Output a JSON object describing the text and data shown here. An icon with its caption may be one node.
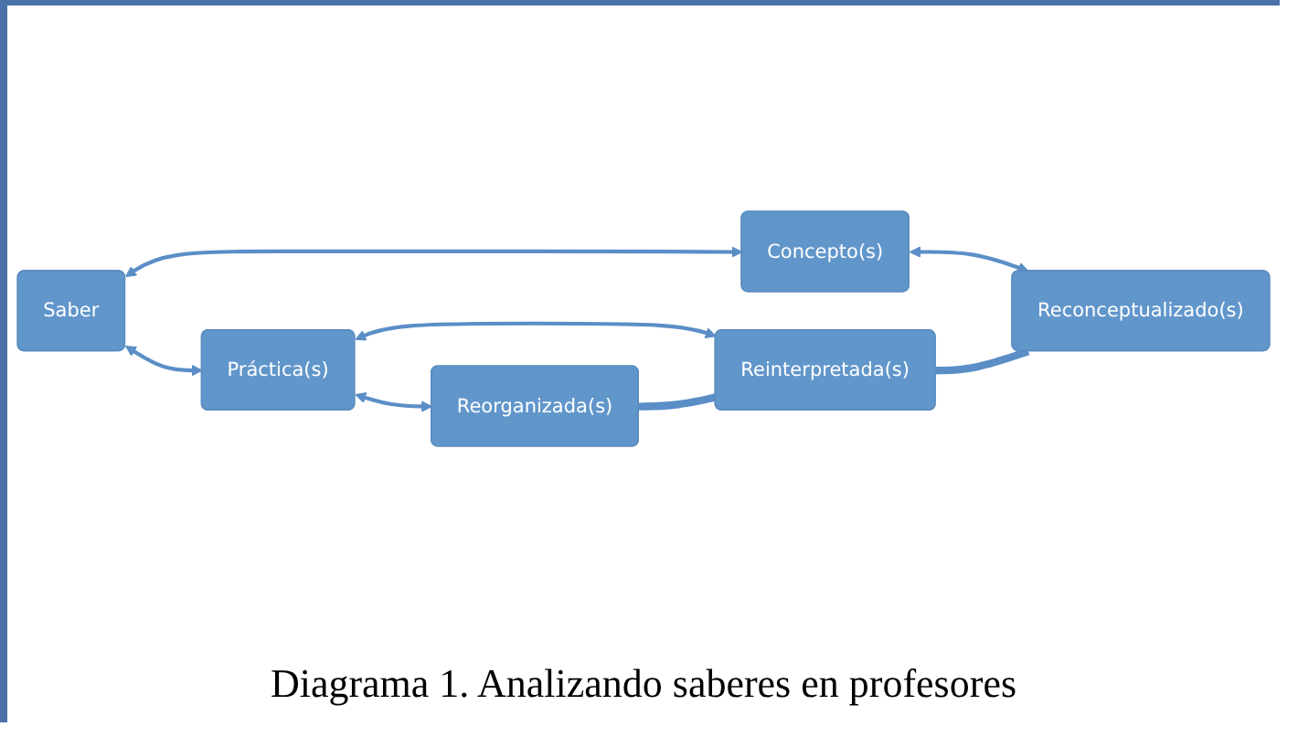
{
  "diagram": {
    "caption": "Diagrama 1. Analizando saberes en profesores",
    "nodes": [
      {
        "text": [
          "Saber"
        ]
      },
      {
        "text": [
          "Práctica(s)"
        ]
      },
      {
        "text": [
          "Concepto(s)"
        ]
      },
      {
        "text": [
          "Reorganizada(s)"
        ]
      },
      {
        "text": [
          "Reinterpretada(s)"
        ]
      },
      {
        "text": [
          "Reconceptualizado(s)"
        ]
      }
    ],
    "edges": [
      {
        "from": 0,
        "to": 1,
        "arrow": "both"
      },
      {
        "from": 0,
        "to": 2,
        "arrow": "both"
      },
      {
        "from": 1,
        "to": 3,
        "arrow": "both"
      },
      {
        "from": 1,
        "to": 4,
        "arrow": "both"
      },
      {
        "from": 2,
        "to": 5,
        "arrow": "both"
      },
      {
        "from": 3,
        "to": 4,
        "arrow": "none",
        "style": "thick"
      },
      {
        "from": 4,
        "to": 5,
        "arrow": "none",
        "style": "thick"
      }
    ]
  }
}
